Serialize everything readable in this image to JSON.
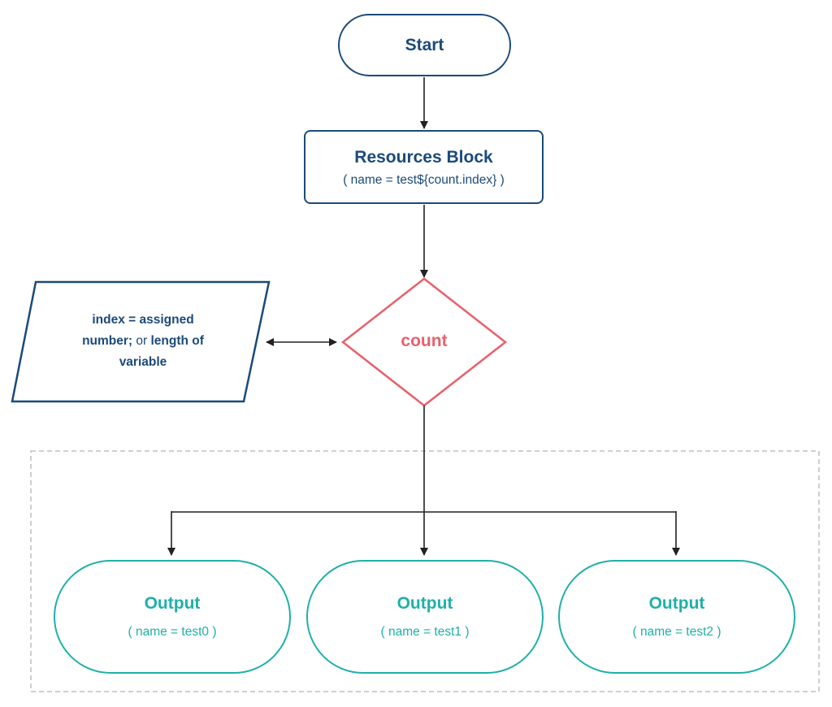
{
  "start": {
    "label": "Start"
  },
  "resources": {
    "title": "Resources Block",
    "subtitle": "( name = test${count.index} )"
  },
  "count": {
    "label": "count"
  },
  "parameter": {
    "line1": "index = assigned",
    "line2_bold": "number;",
    "line2_regular": " or ",
    "line2_bold2": "length of",
    "line3": "variable"
  },
  "outputs": [
    {
      "title": "Output",
      "subtitle": "( name = test0 )"
    },
    {
      "title": "Output",
      "subtitle": "( name = test1 )"
    },
    {
      "title": "Output",
      "subtitle": "( name = test2 )"
    }
  ],
  "colors": {
    "navy": "#1b4a7a",
    "decision": "#e8606c",
    "output": "#1fb0a8",
    "arrow": "#222222",
    "dashed_border": "#b5b5b5"
  }
}
